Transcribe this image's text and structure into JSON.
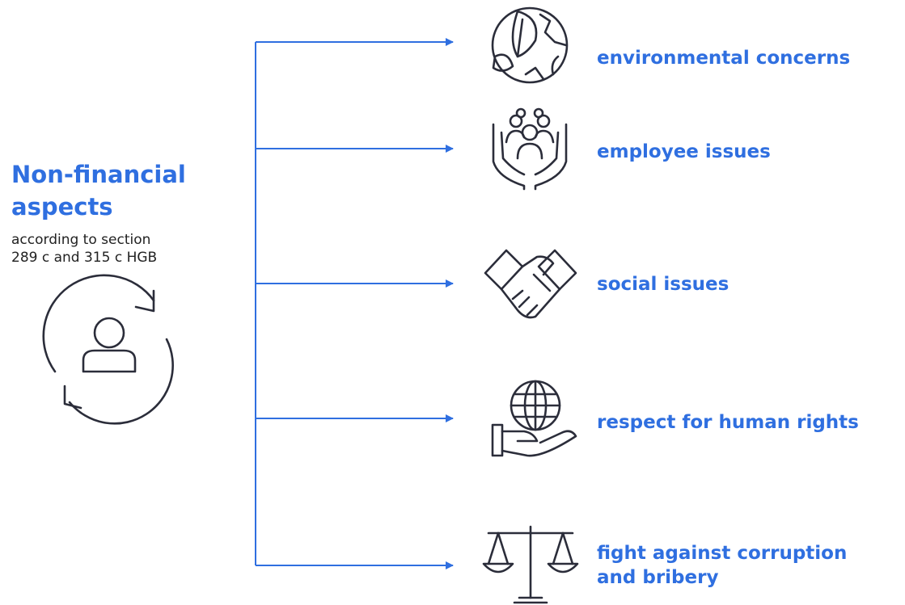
{
  "source": {
    "title_line1": "Non-financial",
    "title_line2": "aspects",
    "subtitle_line1": "according to section",
    "subtitle_line2": "289 c and 315 c HGB",
    "icon": "person-cycle-icon"
  },
  "aspects": [
    {
      "label": "environmental concerns",
      "icon": "leaf-globe-icon"
    },
    {
      "label": "employee issues",
      "icon": "hands-people-icon"
    },
    {
      "label": "social issues",
      "icon": "handshake-icon"
    },
    {
      "label": "respect for human rights",
      "icon": "globe-hand-icon"
    },
    {
      "label_line1": "fight against corruption",
      "label_line2": "and bribery",
      "icon": "scales-icon"
    }
  ],
  "colors": {
    "accent": "#2f6fe0",
    "icon": "#2b2d3a",
    "text": "#222222"
  }
}
